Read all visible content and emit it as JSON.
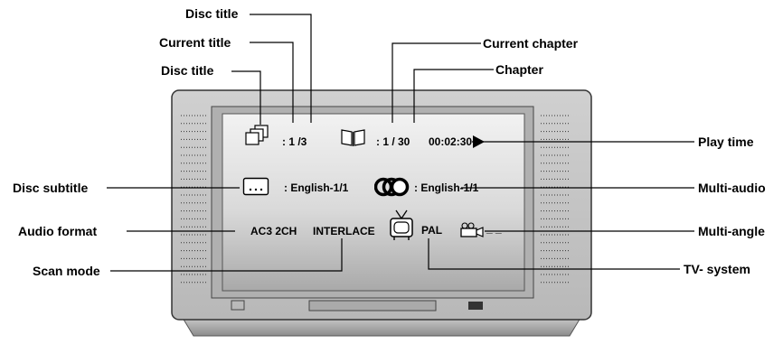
{
  "callouts": {
    "disc_title_top": "Disc title",
    "current_title": "Current title",
    "disc_title": "Disc title",
    "current_chapter": "Current chapter",
    "chapter": "Chapter",
    "play_time": "Play time",
    "disc_subtitle": "Disc subtitle",
    "multi_audio": "Multi-audio",
    "audio_format": "Audio format",
    "multi_angle": "Multi-angle",
    "scan_mode": "Scan mode",
    "tv_system": "TV- system"
  },
  "osd": {
    "title_value": ": 1 /3",
    "chapter_value": ": 1 / 30",
    "time_value": "00:02:30",
    "subtitle_value": ": English-1/1",
    "audio_value": ": English-1/1",
    "audio_format_value": "AC3 2CH",
    "scan_value": "INTERLACE",
    "tv_value": "PAL",
    "angle_value": "_ _"
  },
  "icons": [
    "title-stack-icon",
    "chapter-book-icon",
    "play-arrow-icon",
    "subtitle-icon",
    "audio-rings-icon",
    "tv-icon",
    "camera-icon"
  ]
}
